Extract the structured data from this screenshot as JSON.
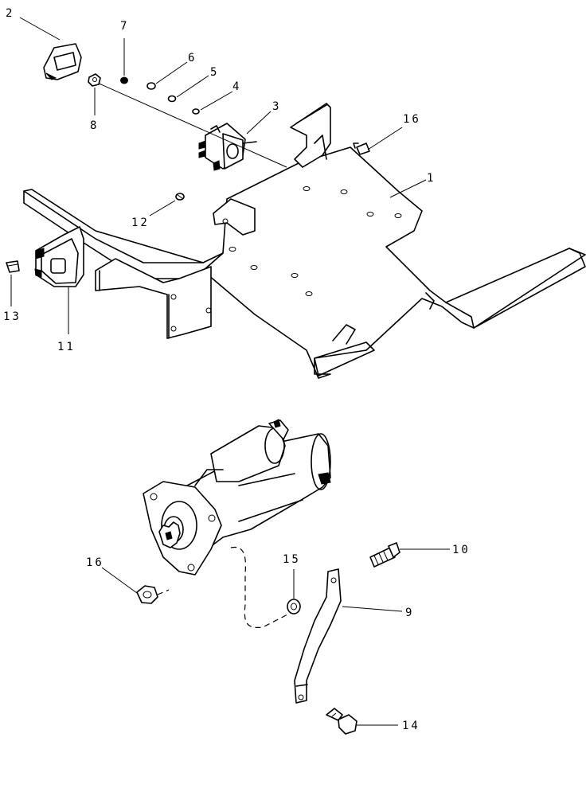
{
  "diagram": {
    "callouts": [
      {
        "id": "c1",
        "text": "1"
      },
      {
        "id": "c2",
        "text": "2"
      },
      {
        "id": "c3",
        "text": "3"
      },
      {
        "id": "c4",
        "text": "4"
      },
      {
        "id": "c5",
        "text": "5"
      },
      {
        "id": "c6",
        "text": "6"
      },
      {
        "id": "c7",
        "text": "7"
      },
      {
        "id": "c8",
        "text": "8"
      },
      {
        "id": "c9",
        "text": "9"
      },
      {
        "id": "c10",
        "text": "10"
      },
      {
        "id": "c11",
        "text": "11"
      },
      {
        "id": "c12",
        "text": "12"
      },
      {
        "id": "c13",
        "text": "13"
      },
      {
        "id": "c14",
        "text": "14"
      },
      {
        "id": "c15",
        "text": "15"
      },
      {
        "id": "c16a",
        "text": "16"
      },
      {
        "id": "c16b",
        "text": "16"
      }
    ]
  }
}
